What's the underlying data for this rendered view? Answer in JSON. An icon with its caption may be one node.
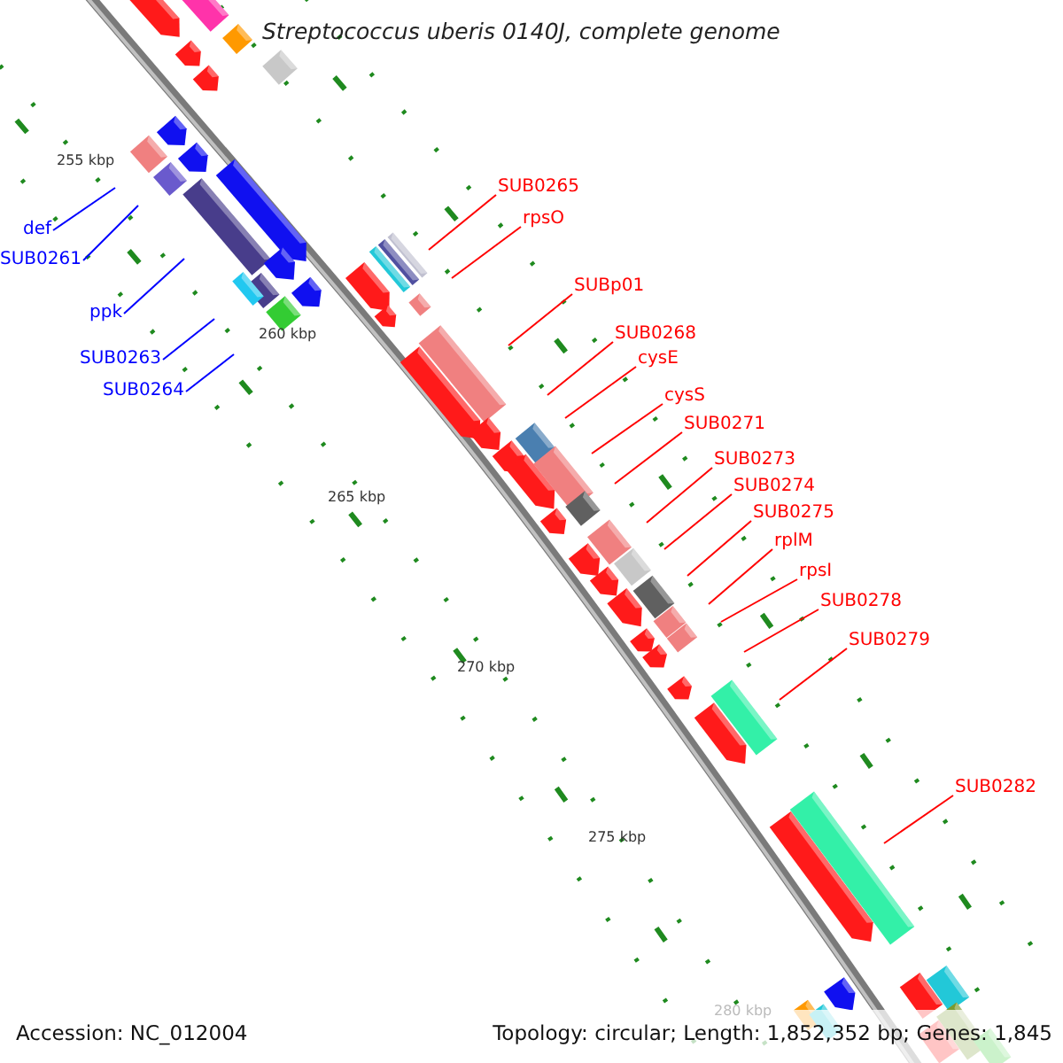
{
  "diagram": {
    "title": "Streptococcus uberis 0140J, complete genome",
    "nodes": [
      {
        "text": [
          "def"
        ]
      },
      {
        "text": [
          "SUB0261"
        ]
      },
      {
        "text": [
          "ppk"
        ]
      },
      {
        "text": [
          "SUB0263"
        ]
      },
      {
        "text": [
          "SUB0264"
        ]
      },
      {
        "text": [
          "SUB0265"
        ]
      },
      {
        "text": [
          "rpsO"
        ]
      },
      {
        "text": [
          "SUBp01"
        ]
      },
      {
        "text": [
          "SUB0268"
        ]
      },
      {
        "text": [
          "cysE"
        ]
      },
      {
        "text": [
          "cysS"
        ]
      },
      {
        "text": [
          "SUB0271"
        ]
      },
      {
        "text": [
          "SUB0273"
        ]
      },
      {
        "text": [
          "SUB0274"
        ]
      },
      {
        "text": [
          "SUB0275"
        ]
      },
      {
        "text": [
          "rplM"
        ]
      },
      {
        "text": [
          "rpsI"
        ]
      },
      {
        "text": [
          "SUB0278"
        ]
      },
      {
        "text": [
          "SUB0279"
        ]
      },
      {
        "text": [
          "SUB0282"
        ]
      }
    ],
    "edges": [
      {
        "from": 0,
        "to": null,
        "arrow": "none",
        "color": "#0000ff"
      },
      {
        "from": 1,
        "to": null,
        "arrow": "none",
        "color": "#0000ff"
      },
      {
        "from": 2,
        "to": null,
        "arrow": "none",
        "color": "#0000ff"
      },
      {
        "from": 3,
        "to": null,
        "arrow": "none",
        "color": "#0000ff"
      },
      {
        "from": 4,
        "to": null,
        "arrow": "none",
        "color": "#0000ff"
      },
      {
        "from": 5,
        "to": null,
        "arrow": "none"
      },
      {
        "from": 6,
        "to": null,
        "arrow": "none"
      },
      {
        "from": 7,
        "to": null,
        "arrow": "none"
      },
      {
        "from": 8,
        "to": null,
        "arrow": "none"
      },
      {
        "from": 9,
        "to": null,
        "arrow": "none"
      },
      {
        "from": 10,
        "to": null,
        "arrow": "none"
      },
      {
        "from": 11,
        "to": null,
        "arrow": "none"
      },
      {
        "from": 12,
        "to": null,
        "arrow": "none"
      },
      {
        "from": 13,
        "to": null,
        "arrow": "none"
      },
      {
        "from": 14,
        "to": null,
        "arrow": "none"
      },
      {
        "from": 15,
        "to": null,
        "arrow": "none"
      },
      {
        "from": 16,
        "to": null,
        "arrow": "none"
      },
      {
        "from": 17,
        "to": null,
        "arrow": "none"
      },
      {
        "from": 18,
        "to": null,
        "arrow": "none"
      },
      {
        "from": 19,
        "to": null,
        "arrow": "none"
      }
    ],
    "labels": [
      "255 kbp",
      "260 kbp",
      "265 kbp",
      "270 kbp",
      "275 kbp",
      "280 kbp",
      "Accession: NC_012004",
      "Topology: circular; Length: 1,852,352 bp; Genes: 1,845"
    ]
  }
}
